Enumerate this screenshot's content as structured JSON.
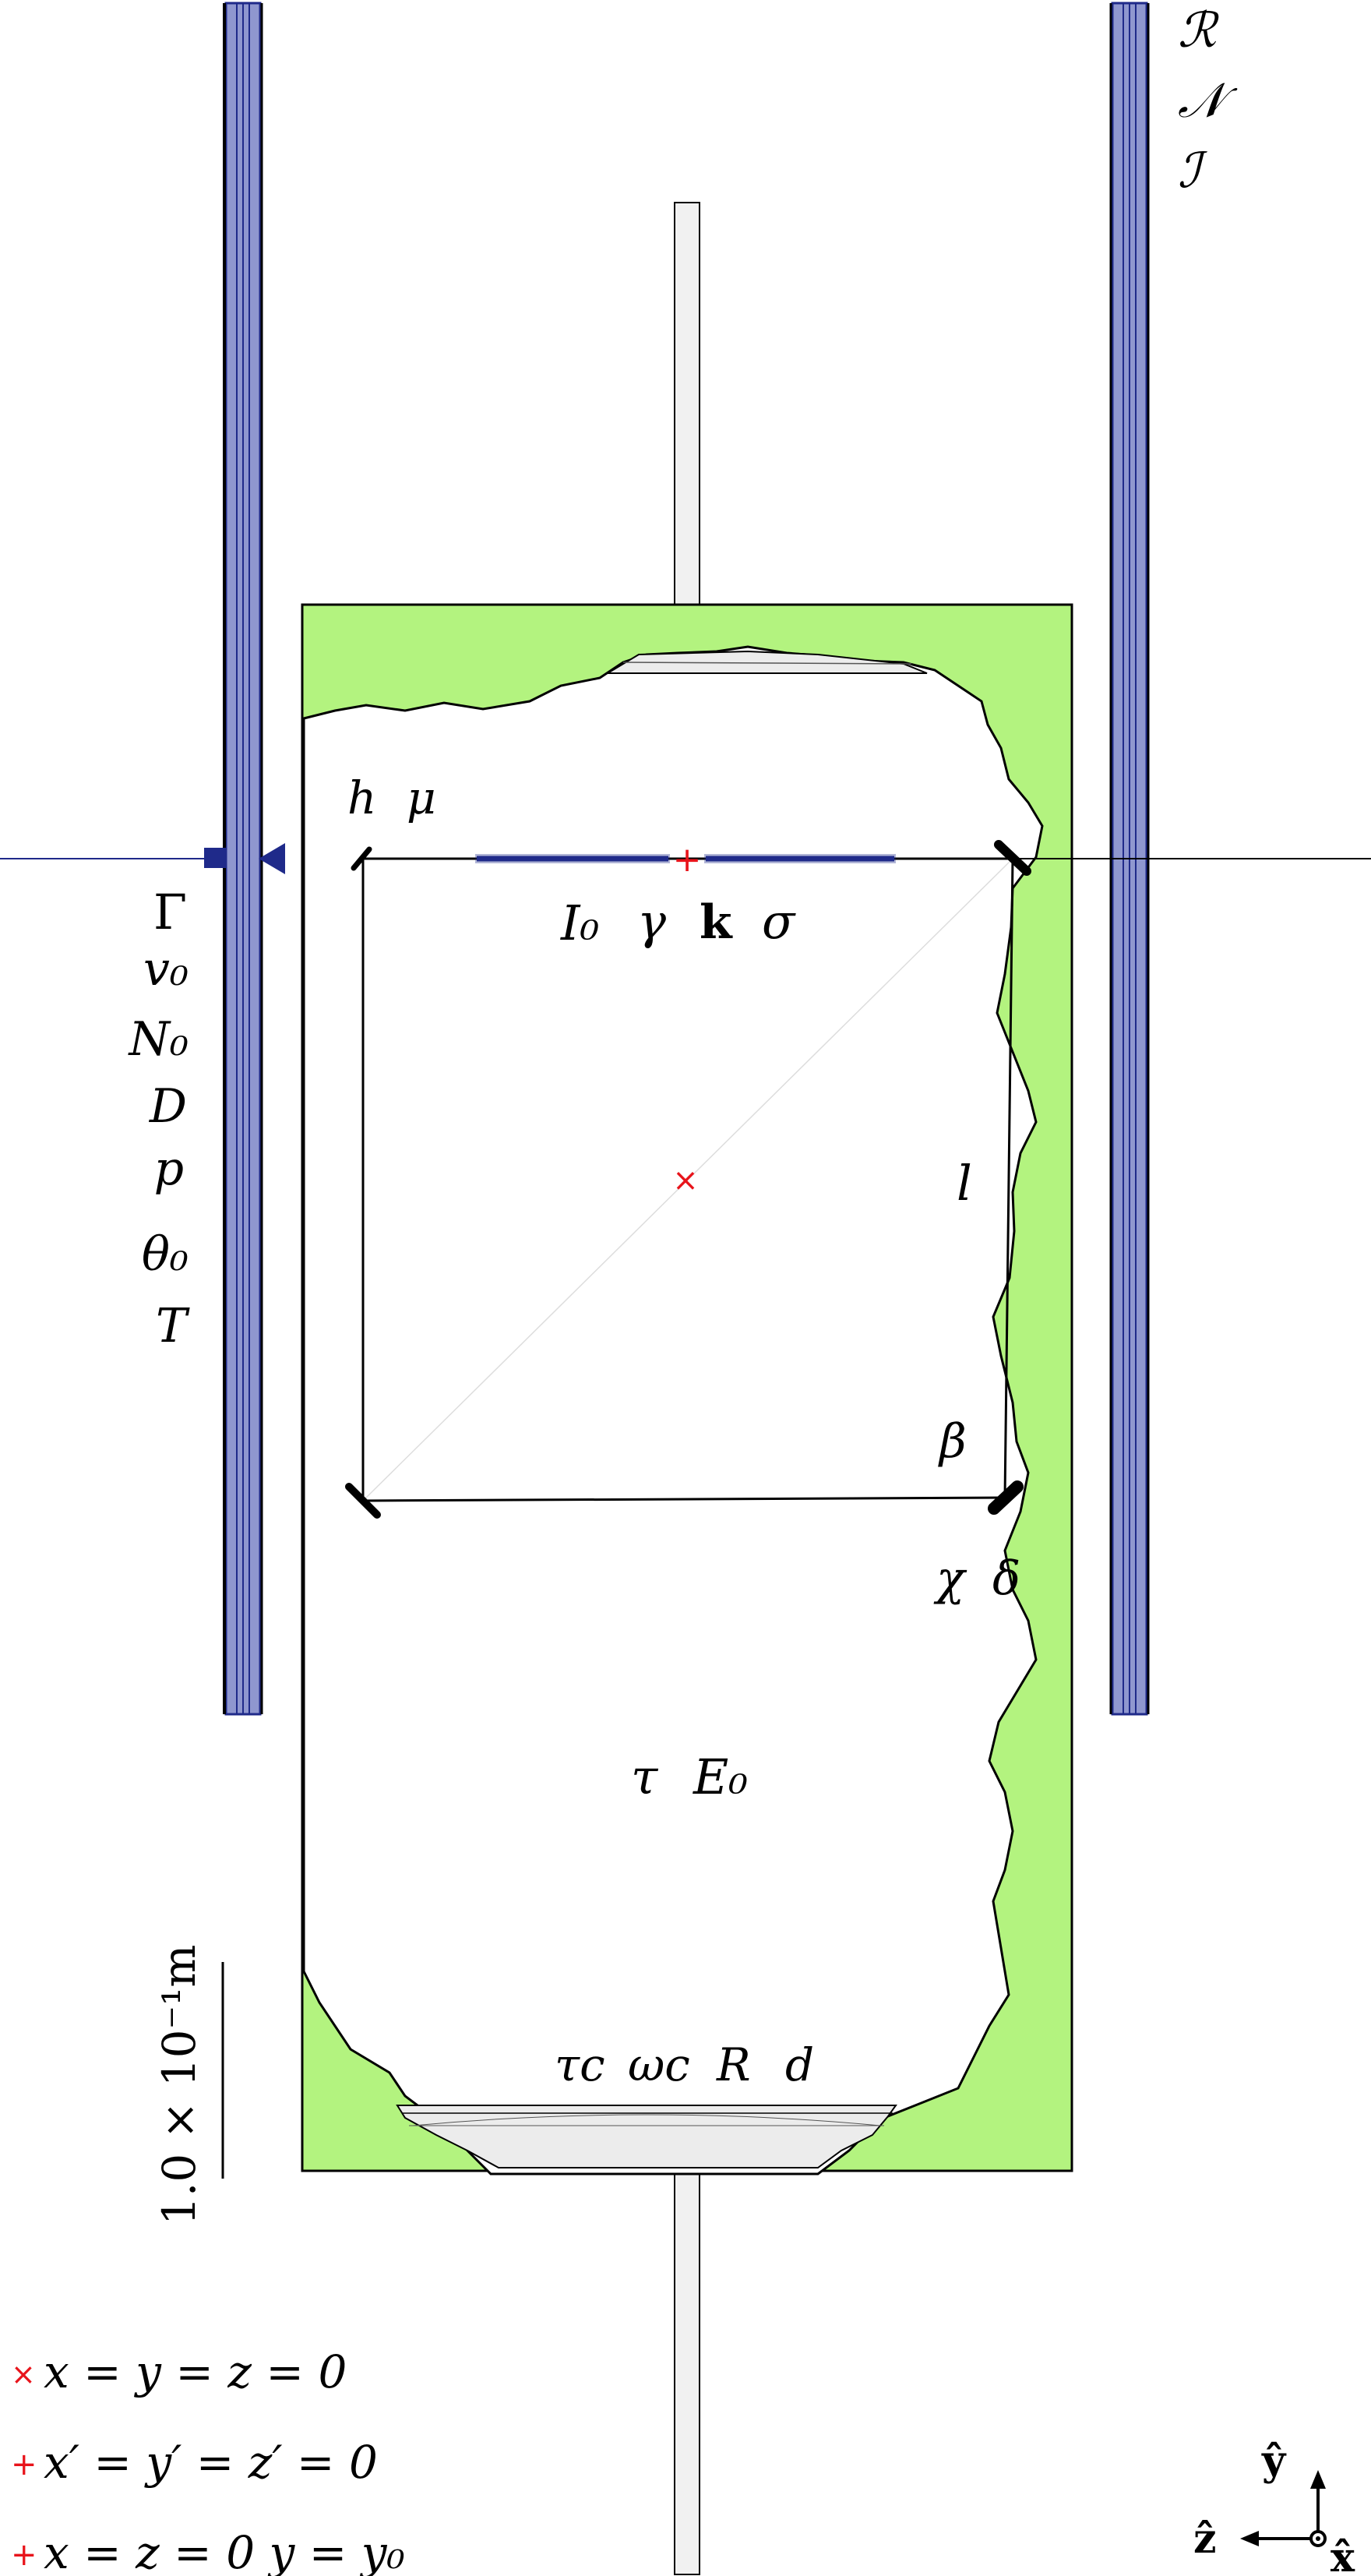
{
  "colors": {
    "rail_fill": "#8f97cf",
    "rail_edge": "#1f2a8a",
    "green": "#b3f37f",
    "beam_blue": "#1f2a8a",
    "origin_red": "#e8141b",
    "rod_fill": "#f1f1f1"
  },
  "labels": {
    "top_right": [
      "ℛ",
      "𝒩",
      "ℐ"
    ],
    "left_column": [
      "Γ",
      "v₀",
      "N₀",
      "D",
      "p",
      "θ₀",
      "T"
    ],
    "mirror_top_left": [
      "h",
      "μ"
    ],
    "beam_row": [
      "I₀",
      "γ",
      "k",
      "σ"
    ],
    "side_l": "l",
    "corner_beta": "β",
    "chi_delta": [
      "χ",
      "δ"
    ],
    "tau_E0": [
      "τ",
      "E₀"
    ],
    "bottom_row": [
      "τc",
      "ωc",
      "R",
      "d"
    ]
  },
  "scale_bar": {
    "text": "1.0 × 10⁻¹m"
  },
  "legend": [
    {
      "marker": "×",
      "text": "x = y = z = 0"
    },
    {
      "marker": "+",
      "text": "x′ = y′ = z′ = 0"
    },
    {
      "marker": "+",
      "text": "x = z = 0  y = y₀"
    }
  ],
  "axes": {
    "y": "ŷ",
    "z": "ẑ",
    "x": "x̂"
  },
  "icons": [
    "cross-marker-icon",
    "plus-marker-icon",
    "mirror-icon",
    "laser-emitter-icon",
    "axis-triad-icon"
  ]
}
